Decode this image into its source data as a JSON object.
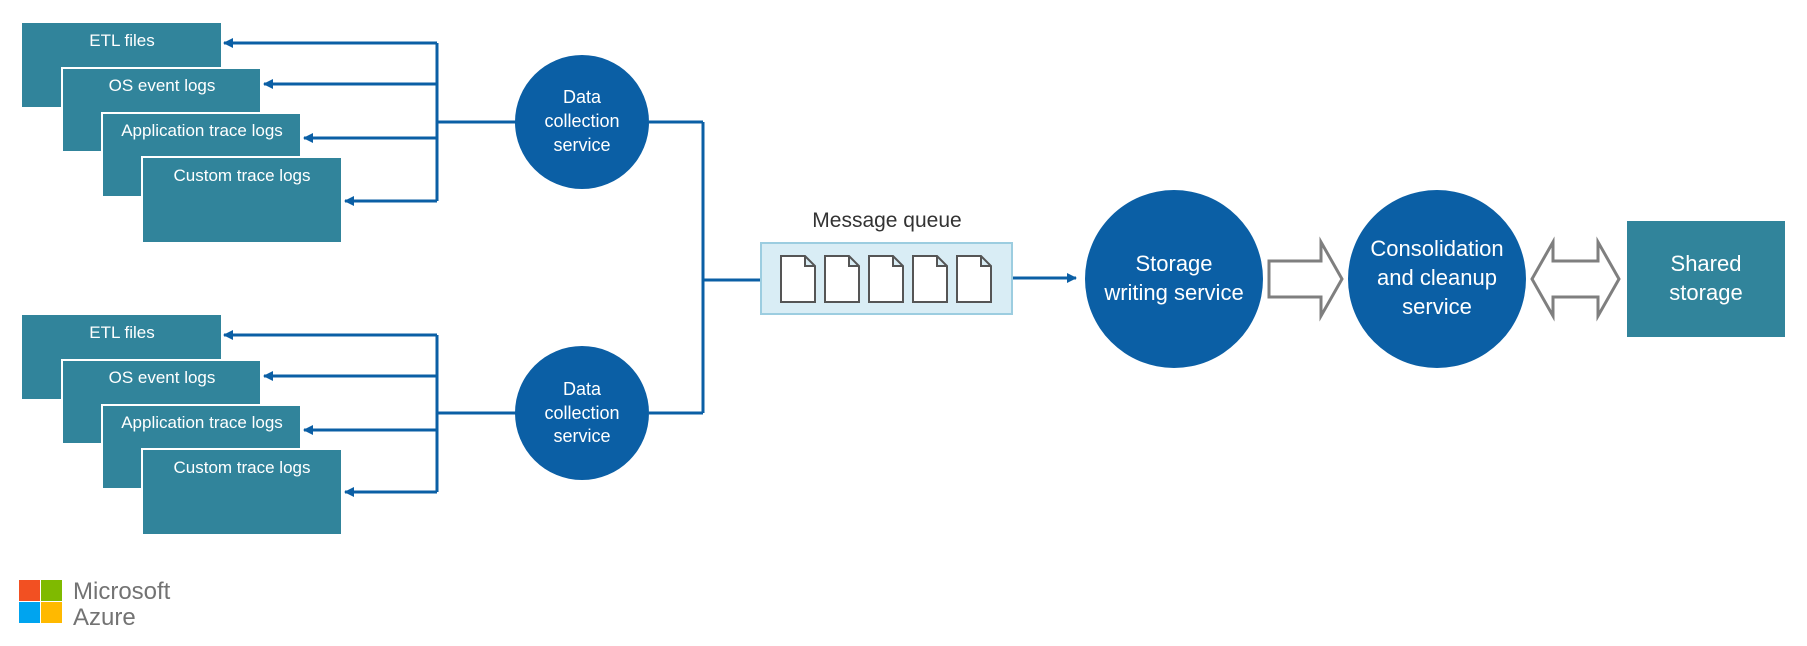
{
  "colors": {
    "teal_box": "#31849b",
    "blue_circle": "#0b5fa5",
    "connector": "#0b5fa5",
    "queue_fill": "#d9edf5",
    "queue_border": "#9ccde0",
    "hollow_arrow": "#7f7f7f"
  },
  "groups": [
    {
      "logs": [
        "ETL files",
        "OS event logs",
        "Application trace logs",
        "Custom trace logs"
      ],
      "service": [
        "Data",
        "collection",
        "service"
      ]
    },
    {
      "logs": [
        "ETL files",
        "OS event logs",
        "Application trace logs",
        "Custom trace logs"
      ],
      "service": [
        "Data",
        "collection",
        "service"
      ]
    }
  ],
  "queue": {
    "label": "Message queue",
    "message_icon": "document-icon"
  },
  "storage_writing": [
    "Storage",
    "writing service"
  ],
  "consolidation": [
    "Consolidation",
    "and cleanup",
    "service"
  ],
  "shared_storage": [
    "Shared",
    "storage"
  ],
  "logo": {
    "line1": "Microsoft",
    "line2": "Azure",
    "squares": [
      "#f25022",
      "#7fba00",
      "#00a4ef",
      "#ffb900"
    ]
  }
}
